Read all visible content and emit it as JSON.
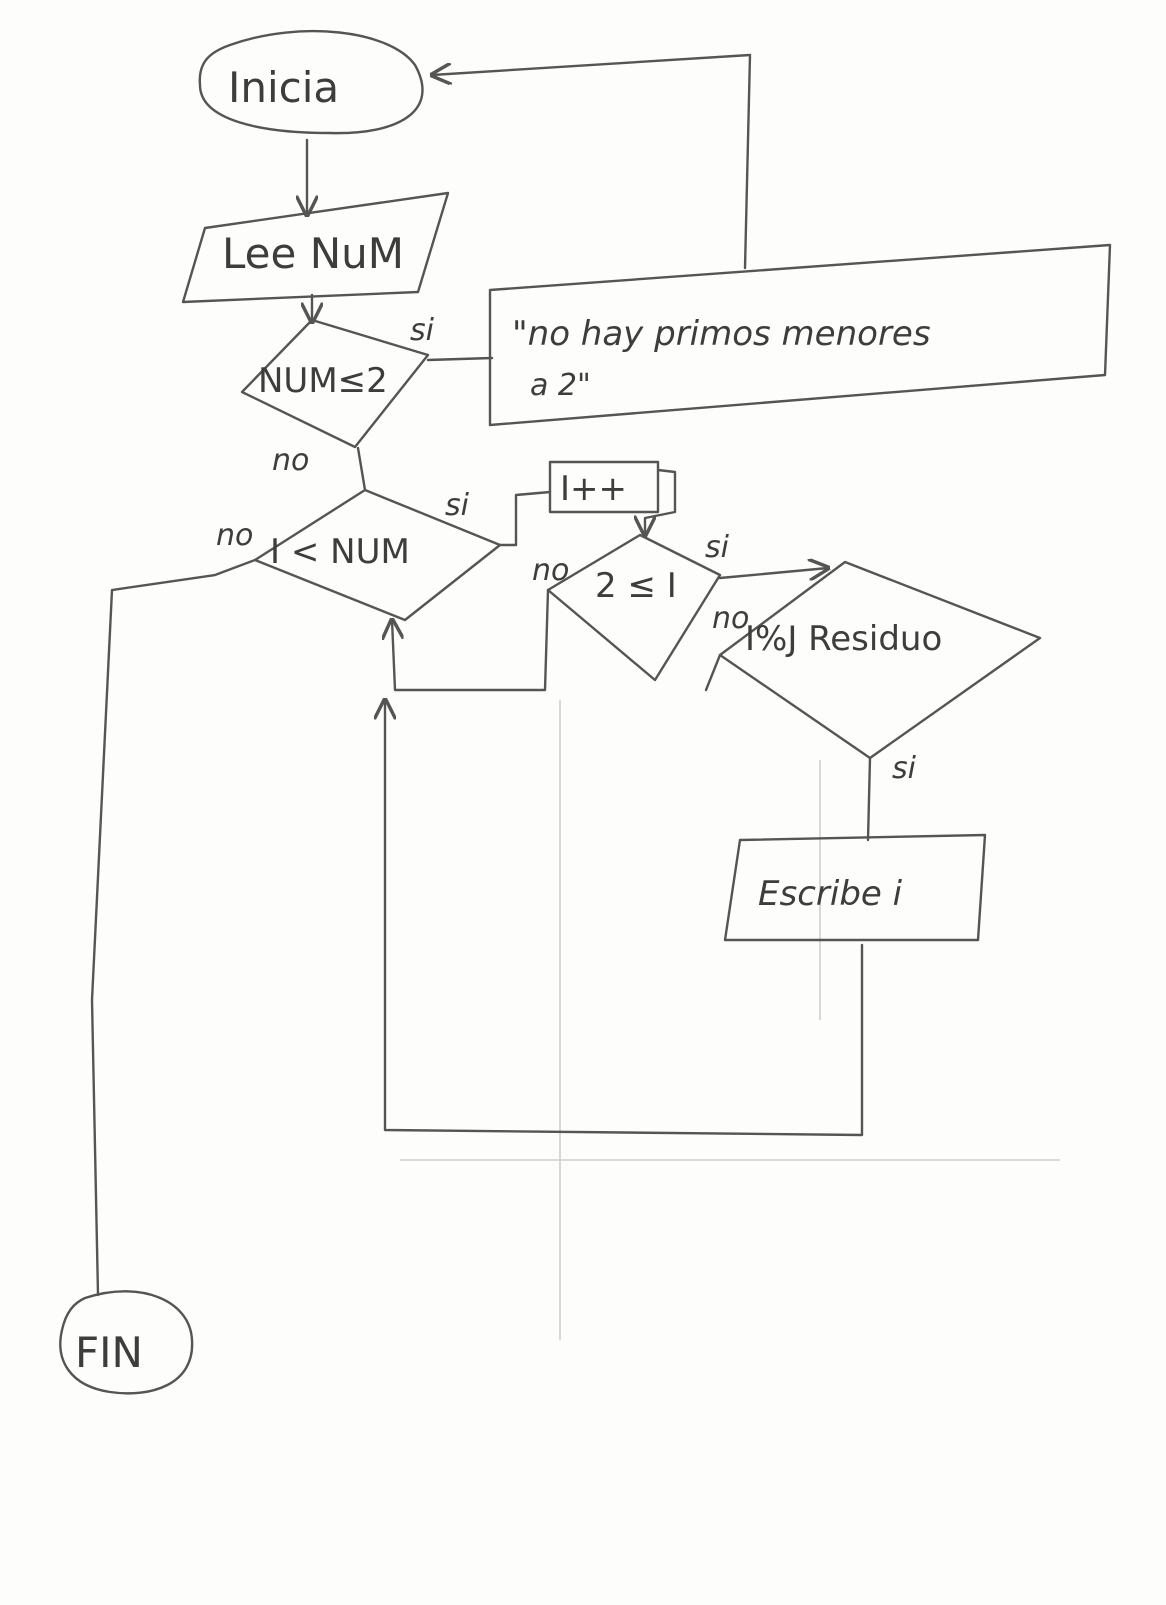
{
  "nodes": {
    "start": "Inicia",
    "read": "Lee NuM",
    "cond1": "NUM≤2",
    "msg_line1": "\"no hay primos menores",
    "msg_line2": "a 2\"",
    "cond2": "I < NUM",
    "incr": "I++",
    "cond3": "2 ≤ I",
    "cond4": "I%J Residuo",
    "write": "Escribe i",
    "end": "FIN"
  },
  "edges": {
    "cond1_yes": "si",
    "cond1_no": "no",
    "cond2_yes": "si",
    "cond2_no": "no",
    "cond3_yes": "si",
    "cond3_no": "no",
    "cond4_no": "no",
    "cond4_yes": "si"
  },
  "colors": {
    "ink": "#555555",
    "paper": "#fdfdfb"
  }
}
